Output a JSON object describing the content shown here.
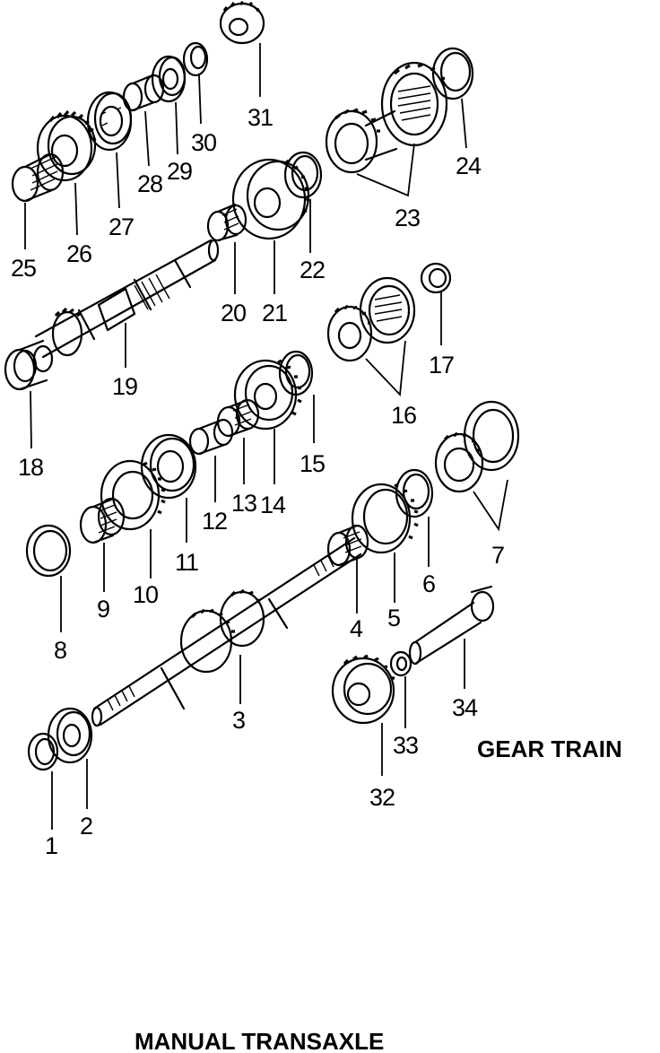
{
  "diagram": {
    "heading": "GEAR TRAIN",
    "footer": "MANUAL TRANSAXLE",
    "callouts": [
      {
        "id": "c1",
        "text": "1"
      },
      {
        "id": "c2",
        "text": "2"
      },
      {
        "id": "c3",
        "text": "3"
      },
      {
        "id": "c4",
        "text": "4"
      },
      {
        "id": "c5",
        "text": "5"
      },
      {
        "id": "c6",
        "text": "6"
      },
      {
        "id": "c7",
        "text": "7"
      },
      {
        "id": "c8",
        "text": "8"
      },
      {
        "id": "c9",
        "text": "9"
      },
      {
        "id": "c10",
        "text": "10"
      },
      {
        "id": "c11",
        "text": "11"
      },
      {
        "id": "c12",
        "text": "12"
      },
      {
        "id": "c13",
        "text": "13"
      },
      {
        "id": "c14",
        "text": "14"
      },
      {
        "id": "c15",
        "text": "15"
      },
      {
        "id": "c16",
        "text": "16"
      },
      {
        "id": "c17",
        "text": "17"
      },
      {
        "id": "c18",
        "text": "18"
      },
      {
        "id": "c19",
        "text": "19"
      },
      {
        "id": "c20",
        "text": "20"
      },
      {
        "id": "c21",
        "text": "21"
      },
      {
        "id": "c22",
        "text": "22"
      },
      {
        "id": "c23",
        "text": "23"
      },
      {
        "id": "c24",
        "text": "24"
      },
      {
        "id": "c25",
        "text": "25"
      },
      {
        "id": "c26",
        "text": "26"
      },
      {
        "id": "c27",
        "text": "27"
      },
      {
        "id": "c28",
        "text": "28"
      },
      {
        "id": "c29",
        "text": "29"
      },
      {
        "id": "c30",
        "text": "30"
      },
      {
        "id": "c31",
        "text": "31"
      },
      {
        "id": "c32",
        "text": "32"
      },
      {
        "id": "c33",
        "text": "33"
      },
      {
        "id": "c34",
        "text": "34"
      }
    ]
  }
}
